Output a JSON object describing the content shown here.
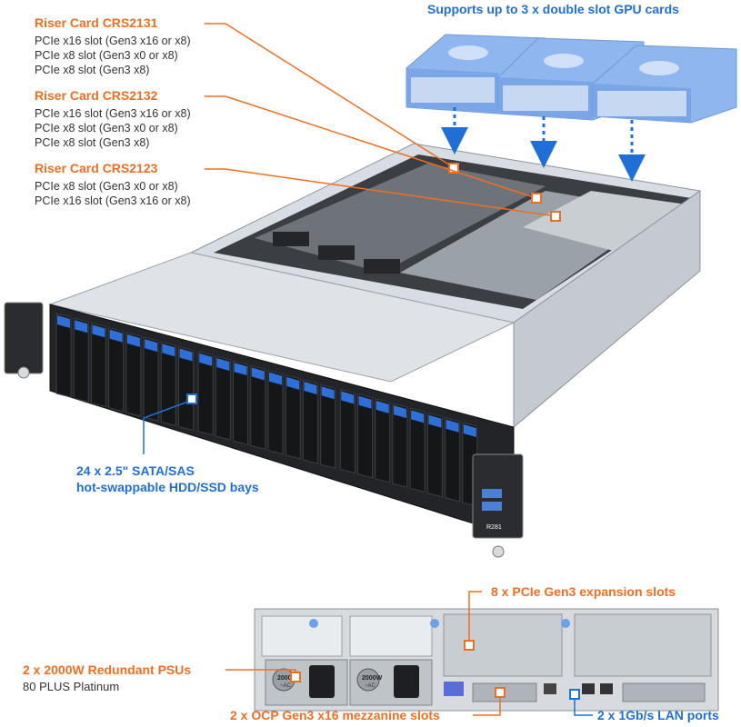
{
  "colors": {
    "accent_orange": "#ef6f22",
    "accent_blue": "#1f6fd6",
    "drive_bay_blue": "#2e6fd8",
    "gpu_card": "#8fb6ee"
  },
  "callouts": {
    "gpu_support": "Supports up to 3 x double slot GPU cards",
    "risers": [
      {
        "title": "Riser Card CRS2131",
        "specs": [
          "PCIe x16 slot (Gen3 x16 or x8)",
          "PCIe x8 slot (Gen3 x0 or x8)",
          "PCIe x8 slot (Gen3 x8)"
        ]
      },
      {
        "title": "Riser Card CRS2132",
        "specs": [
          "PCIe x16 slot (Gen3 x16 or x8)",
          "PCIe x8 slot (Gen3 x0 or x8)",
          "PCIe x8 slot (Gen3 x8)"
        ]
      },
      {
        "title": "Riser Card CRS2123",
        "specs": [
          "PCIe x8 slot (Gen3 x0 or x8)",
          "PCIe x16 slot (Gen3 x16 or x8)"
        ]
      }
    ],
    "drive_bays": [
      "24 x 2.5\" SATA/SAS",
      "hot-swappable HDD/SSD bays"
    ],
    "expansion_slots": "8 x PCIe Gen3 expansion slots",
    "psu": {
      "title": "2 x 2000W Redundant PSUs",
      "sub": "80 PLUS Platinum"
    },
    "ocp": "2 x OCP Gen3 x16 mezzanine slots",
    "lan": "2 x 1Gb/s LAN ports"
  },
  "hardware_marks": {
    "psu_label": "2000W",
    "psu_sub": "~AC",
    "front_panel_model": "R281"
  }
}
